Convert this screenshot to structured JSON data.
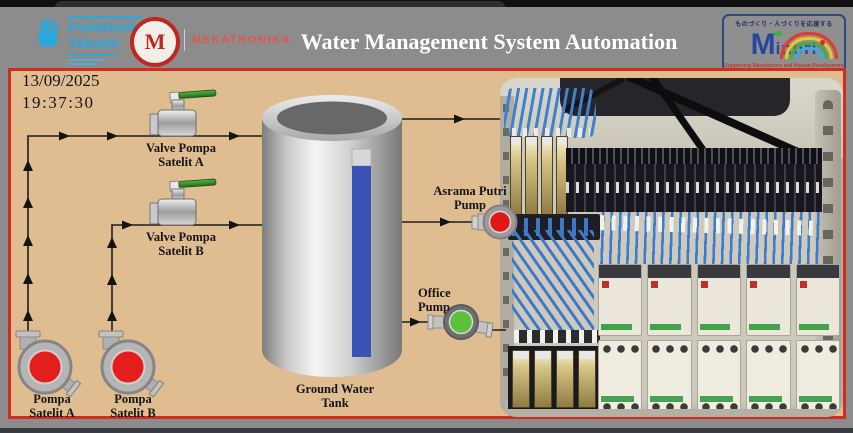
{
  "header": {
    "title": "Water Management System Automation",
    "politeknik": {
      "line1": "Politeknik",
      "line2": "Takumi"
    },
    "mekatronika": {
      "monogram": "M",
      "label": "MEKATRONIKA"
    },
    "minori": {
      "tagline_jp": "ものづくり・人づくりを応援する",
      "brand_m": "M",
      "brand_rest": "inori",
      "caption": "Supporting Manufacture and Human Development"
    }
  },
  "panel": {
    "datetime": {
      "date": "13/09/2025",
      "time": "19:37:30"
    },
    "labels": {
      "valve_a": [
        "Valve Pompa",
        "Satelit A"
      ],
      "valve_b": [
        "Valve Pompa",
        "Satelit B"
      ],
      "pompa_a": [
        "Pompa",
        "Satelit A"
      ],
      "pompa_b": [
        "Pompa",
        "Satelit B"
      ],
      "tank": [
        "Ground Water",
        "Tank"
      ],
      "asrama": [
        "Asrama Putri",
        "Pump"
      ],
      "office": [
        "Office",
        "Pump"
      ]
    },
    "status": {
      "pompa_a_color": "#e41d1d",
      "pompa_b_color": "#e41d1d",
      "asrama_pump_color": "#e01818",
      "office_pump_color": "#5cc03c",
      "tank_level_color": "#3a52b4"
    },
    "colors": {
      "background": "#dfbd90",
      "border": "#d22b1f"
    }
  }
}
